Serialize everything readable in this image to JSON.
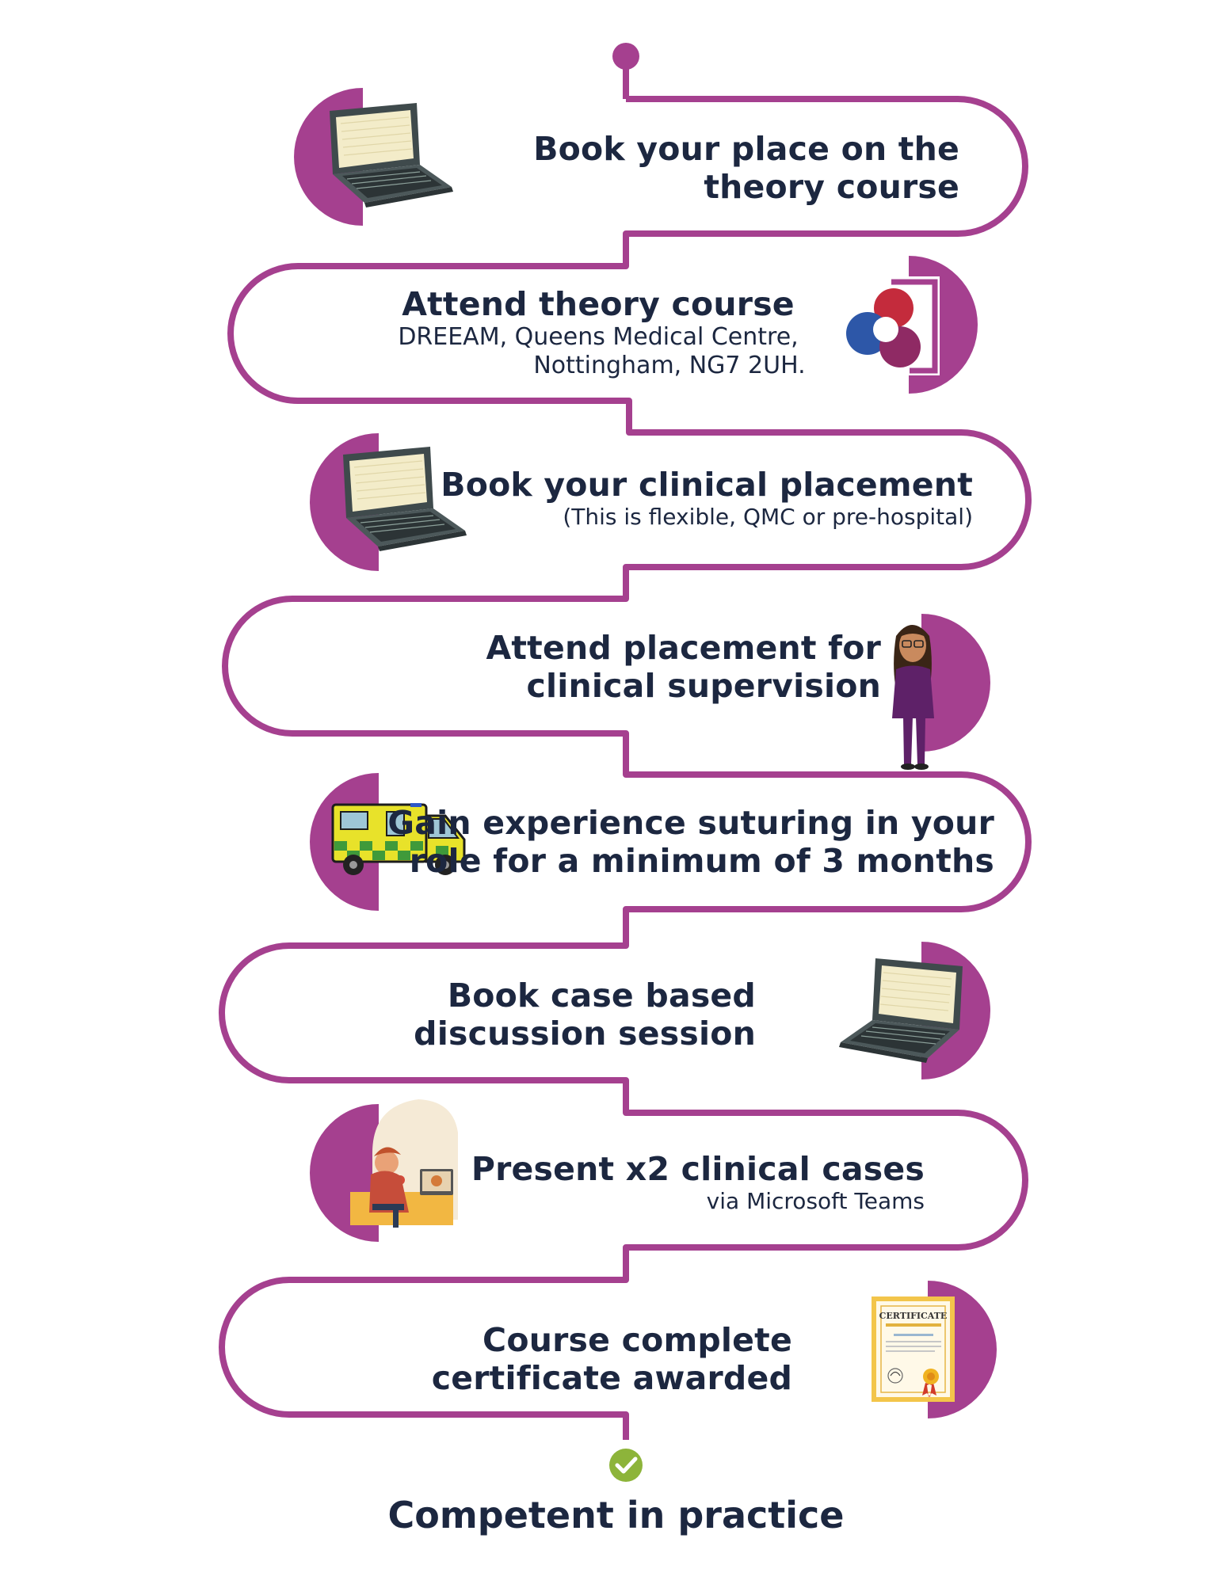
{
  "colors": {
    "accent": "#a5408f",
    "text": "#1c2740",
    "check": "#8db43a"
  },
  "steps": [
    {
      "title_1": "Book your place on the",
      "title_2": "theory course",
      "icon": "laptop-icon"
    },
    {
      "title_1": "Attend theory course",
      "sub_1": "DREEAM, Queens Medical Centre,",
      "sub_2": "Nottingham, NG7 2UH.",
      "icon": "dreeam-logo-icon"
    },
    {
      "title_1": "Book your clinical placement",
      "sub_1": "(This is flexible, QMC or pre-hospital)",
      "icon": "laptop-icon"
    },
    {
      "title_1": "Attend placement for",
      "title_2": "clinical supervision",
      "icon": "clinician-avatar-icon"
    },
    {
      "title_1": "Gain experience suturing in your",
      "title_2": "role for a minimum of 3 months",
      "icon": "ambulance-icon"
    },
    {
      "title_1": "Book case based",
      "title_2": "discussion session",
      "icon": "laptop-icon"
    },
    {
      "title_1": "Present x2 clinical cases",
      "sub_1": "via Microsoft Teams",
      "icon": "video-call-icon"
    },
    {
      "title_1": "Course complete",
      "title_2": "certificate awarded",
      "icon": "certificate-icon",
      "certificate_label": "CERTIFICATE"
    }
  ],
  "final": {
    "label": "Competent in practice",
    "icon": "checkmark-icon"
  }
}
